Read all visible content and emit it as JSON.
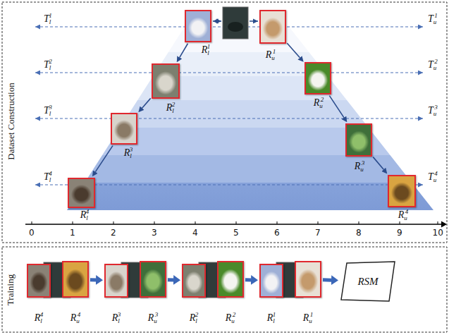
{
  "diagram": {
    "nodes": [
      {
        "text": [
          "Rl1"
        ]
      },
      {
        "text": [
          "Ru1"
        ]
      },
      {
        "text": [
          "Rl2"
        ]
      },
      {
        "text": [
          "Ru2"
        ]
      },
      {
        "text": [
          "Rl3"
        ]
      },
      {
        "text": [
          "Ru3"
        ]
      },
      {
        "text": [
          "Rl4"
        ]
      },
      {
        "text": [
          "Ru4"
        ]
      },
      {
        "text": [
          "Rl4"
        ]
      },
      {
        "text": [
          "Ru4"
        ]
      },
      {
        "text": [
          "Rl3"
        ]
      },
      {
        "text": [
          "Ru3"
        ]
      },
      {
        "text": [
          "Rl2"
        ]
      },
      {
        "text": [
          "Ru2"
        ]
      },
      {
        "text": [
          "Rl1"
        ]
      },
      {
        "text": [
          "Ru1"
        ]
      },
      {
        "text": [
          "RSM"
        ]
      }
    ],
    "edges": [
      {
        "from": 0,
        "to": 2,
        "arrow": "to"
      },
      {
        "from": 2,
        "to": 4,
        "arrow": "to"
      },
      {
        "from": 4,
        "to": 6,
        "arrow": "to"
      },
      {
        "from": 1,
        "to": 3,
        "arrow": "to"
      },
      {
        "from": 3,
        "to": 5,
        "arrow": "to"
      },
      {
        "from": 5,
        "to": 7,
        "arrow": "to"
      },
      {
        "from": 9,
        "to": 10,
        "arrow": "to"
      },
      {
        "from": 11,
        "to": 12,
        "arrow": "to"
      },
      {
        "from": 13,
        "to": 14,
        "arrow": "to"
      },
      {
        "from": 15,
        "to": 16,
        "arrow": "to"
      }
    ],
    "labels": [
      "Dataset Construction",
      "Tl1",
      "Tu1",
      "Tl2",
      "Tu2",
      "Tl3",
      "Tu3",
      "Tl4",
      "Tu4",
      "0",
      "1",
      "2",
      "3",
      "4",
      "5",
      "6",
      "7",
      "8",
      "9",
      "10",
      "Training"
    ]
  }
}
